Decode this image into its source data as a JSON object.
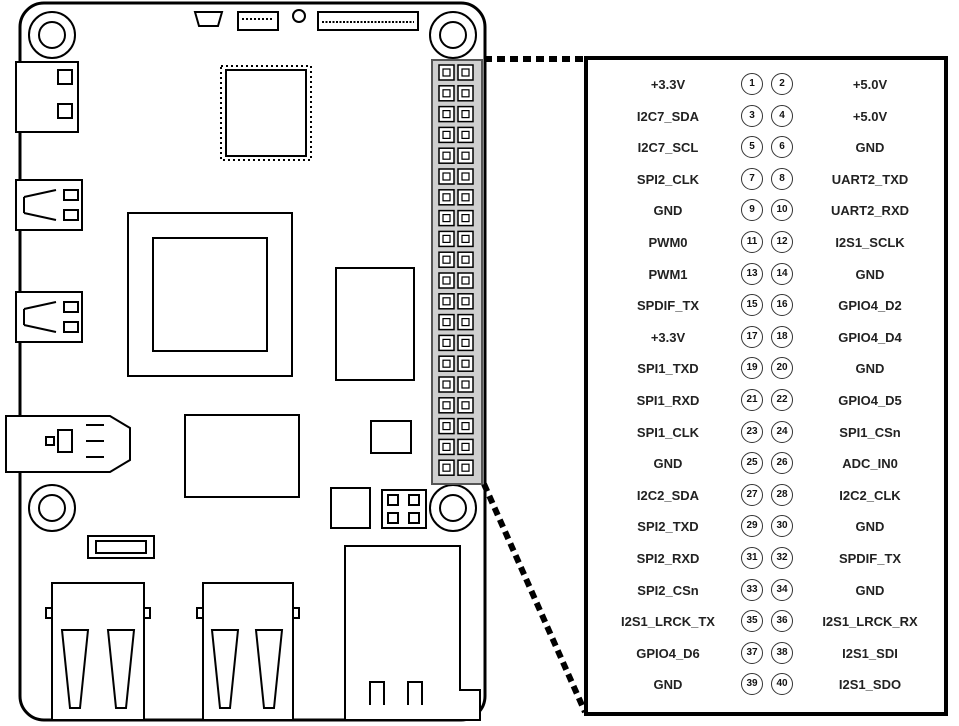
{
  "pinout": {
    "rows": [
      {
        "left_label": "+3.3V",
        "left_pin": "1",
        "right_pin": "2",
        "right_label": "+5.0V"
      },
      {
        "left_label": "I2C7_SDA",
        "left_pin": "3",
        "right_pin": "4",
        "right_label": "+5.0V"
      },
      {
        "left_label": "I2C7_SCL",
        "left_pin": "5",
        "right_pin": "6",
        "right_label": "GND"
      },
      {
        "left_label": "SPI2_CLK",
        "left_pin": "7",
        "right_pin": "8",
        "right_label": "UART2_TXD"
      },
      {
        "left_label": "GND",
        "left_pin": "9",
        "right_pin": "10",
        "right_label": "UART2_RXD"
      },
      {
        "left_label": "PWM0",
        "left_pin": "11",
        "right_pin": "12",
        "right_label": "I2S1_SCLK"
      },
      {
        "left_label": "PWM1",
        "left_pin": "13",
        "right_pin": "14",
        "right_label": "GND"
      },
      {
        "left_label": "SPDIF_TX",
        "left_pin": "15",
        "right_pin": "16",
        "right_label": "GPIO4_D2"
      },
      {
        "left_label": "+3.3V",
        "left_pin": "17",
        "right_pin": "18",
        "right_label": "GPIO4_D4"
      },
      {
        "left_label": "SPI1_TXD",
        "left_pin": "19",
        "right_pin": "20",
        "right_label": "GND"
      },
      {
        "left_label": "SPI1_RXD",
        "left_pin": "21",
        "right_pin": "22",
        "right_label": "GPIO4_D5"
      },
      {
        "left_label": "SPI1_CLK",
        "left_pin": "23",
        "right_pin": "24",
        "right_label": "SPI1_CSn"
      },
      {
        "left_label": "GND",
        "left_pin": "25",
        "right_pin": "26",
        "right_label": "ADC_IN0"
      },
      {
        "left_label": "I2C2_SDA",
        "left_pin": "27",
        "right_pin": "28",
        "right_label": "I2C2_CLK"
      },
      {
        "left_label": "SPI2_TXD",
        "left_pin": "29",
        "right_pin": "30",
        "right_label": "GND"
      },
      {
        "left_label": "SPI2_RXD",
        "left_pin": "31",
        "right_pin": "32",
        "right_label": "SPDIF_TX"
      },
      {
        "left_label": "SPI2_CSn",
        "left_pin": "33",
        "right_pin": "34",
        "right_label": "GND"
      },
      {
        "left_label": "I2S1_LRCK_TX",
        "left_pin": "35",
        "right_pin": "36",
        "right_label": "I2S1_LRCK_RX"
      },
      {
        "left_label": "GPIO4_D6",
        "left_pin": "37",
        "right_pin": "38",
        "right_label": "I2S1_SDI"
      },
      {
        "left_label": "GND",
        "left_pin": "39",
        "right_pin": "40",
        "right_label": "I2S1_SDO"
      }
    ]
  }
}
